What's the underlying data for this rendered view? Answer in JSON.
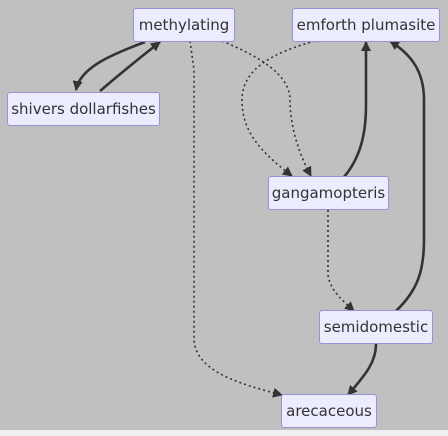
{
  "colors": {
    "background": "#c0c0c0",
    "bottom_strip": "#f0f0f0",
    "node_fill": "#ececff",
    "node_border": "#9b8fd6",
    "node_text": "#333333",
    "edge": "#333333"
  },
  "nodes": {
    "methylating": "methylating",
    "emforth_plumasite": "emforth plumasite",
    "shivers_dollarfishes": "shivers dollarfishes",
    "gangamopteris": "gangamopteris",
    "semidomestic": "semidomestic",
    "arecaceous": "arecaceous"
  },
  "edges": [
    {
      "from": "methylating",
      "to": "shivers_dollarfishes",
      "style": "solid"
    },
    {
      "from": "shivers_dollarfishes",
      "to": "methylating",
      "style": "solid"
    },
    {
      "from": "methylating",
      "to": "gangamopteris",
      "style": "dotted"
    },
    {
      "from": "emforth_plumasite",
      "to": "gangamopteris",
      "style": "dotted"
    },
    {
      "from": "gangamopteris",
      "to": "emforth_plumasite",
      "style": "solid"
    },
    {
      "from": "gangamopteris",
      "to": "semidomestic",
      "style": "dotted"
    },
    {
      "from": "semidomestic",
      "to": "emforth_plumasite",
      "style": "solid"
    },
    {
      "from": "semidomestic",
      "to": "arecaceous",
      "style": "solid"
    },
    {
      "from": "methylating",
      "to": "arecaceous",
      "style": "dotted"
    }
  ]
}
